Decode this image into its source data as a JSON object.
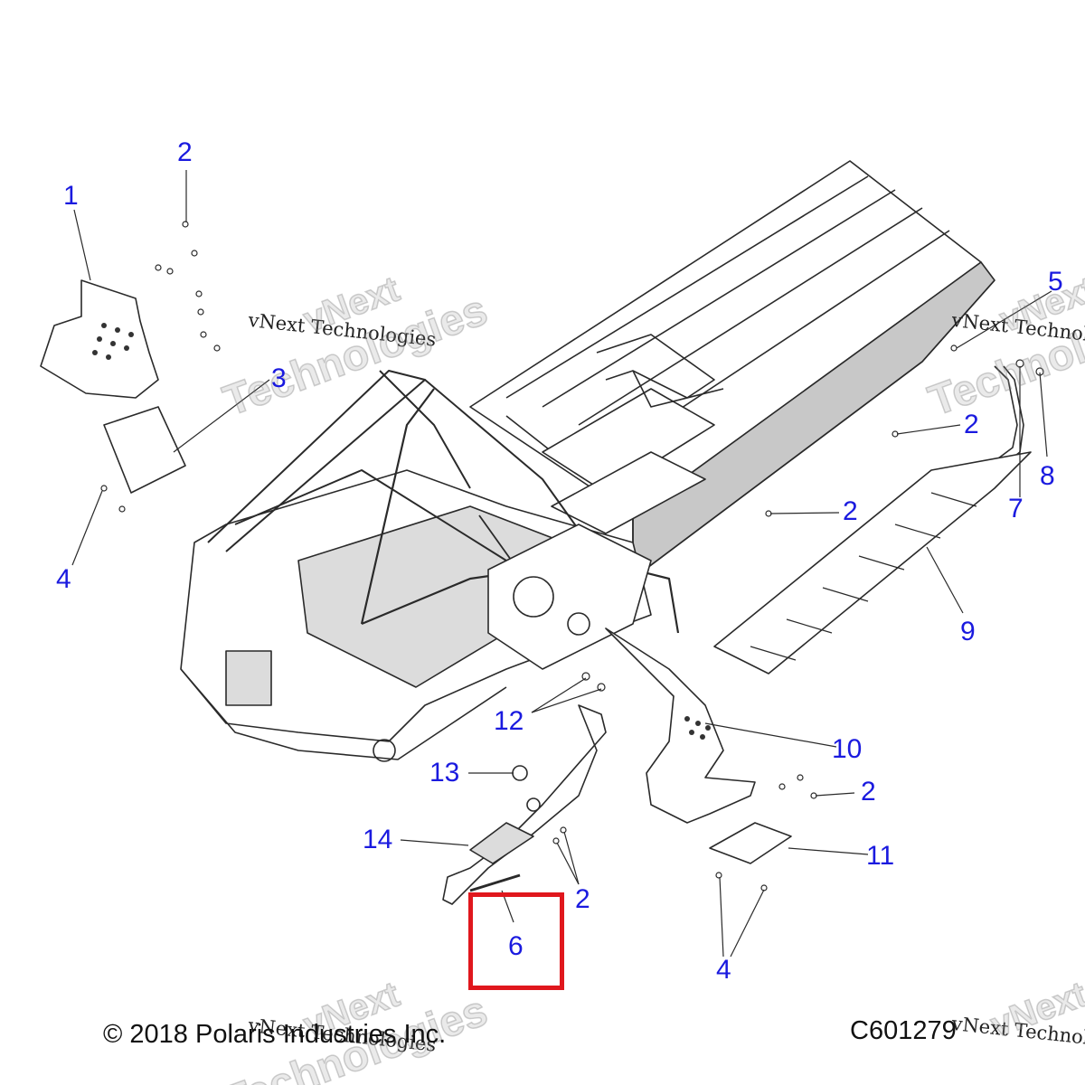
{
  "watermark": {
    "line": "vNext Technologies",
    "word1": "vNext",
    "word2": "Technologies"
  },
  "footer": {
    "copyright": "© 2018 Polaris Industries Inc.",
    "figure_code": "C601279"
  },
  "callouts": {
    "c1": "1",
    "c2_top": "2",
    "c3": "3",
    "c4_left": "4",
    "c5": "5",
    "c2_right_a": "2",
    "c8": "8",
    "c7": "7",
    "c2_right_b": "2",
    "c9": "9",
    "c12": "12",
    "c10": "10",
    "c13": "13",
    "c2_mid": "2",
    "c14": "14",
    "c11": "11",
    "c2_bottom": "2",
    "c6": "6",
    "c4_bottom": "4"
  },
  "colors": {
    "callout": "#1a1adf",
    "highlight": "#e0171d",
    "line_art": "#2a2a2a",
    "shade": "#c8c8c8"
  }
}
